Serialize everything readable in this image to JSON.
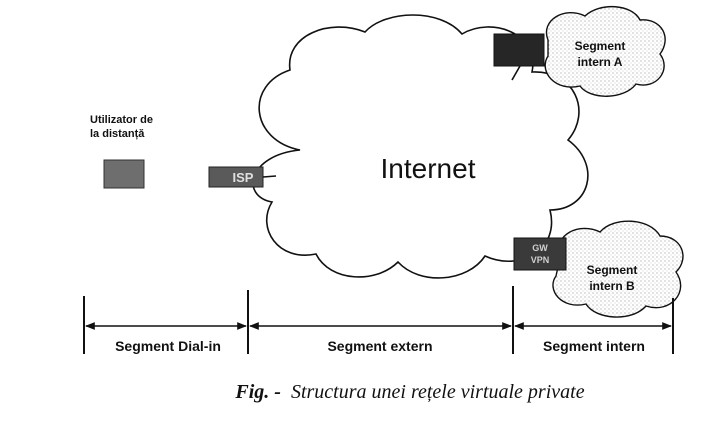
{
  "nodes": {
    "remote_user": [
      "Utilizator de",
      "la distanță"
    ],
    "isp": "ISP",
    "internet": "Internet",
    "segment_a": [
      "Segment",
      "intern A"
    ],
    "segment_b": [
      "Segment",
      "intern B"
    ],
    "gateway_b": [
      "GW",
      "VPN"
    ]
  },
  "segments": {
    "dialin": "Segment Dial-in",
    "extern": "Segment extern",
    "intern": "Segment intern"
  },
  "caption": {
    "prefix": "Fig. -",
    "text": "Structura unei rețele virtuale private"
  },
  "colors": {
    "ink": "#111111",
    "box_gray": "#6f6f6f",
    "box_dark": "#2a2a2a",
    "cloud_fill": "#ffffff"
  }
}
